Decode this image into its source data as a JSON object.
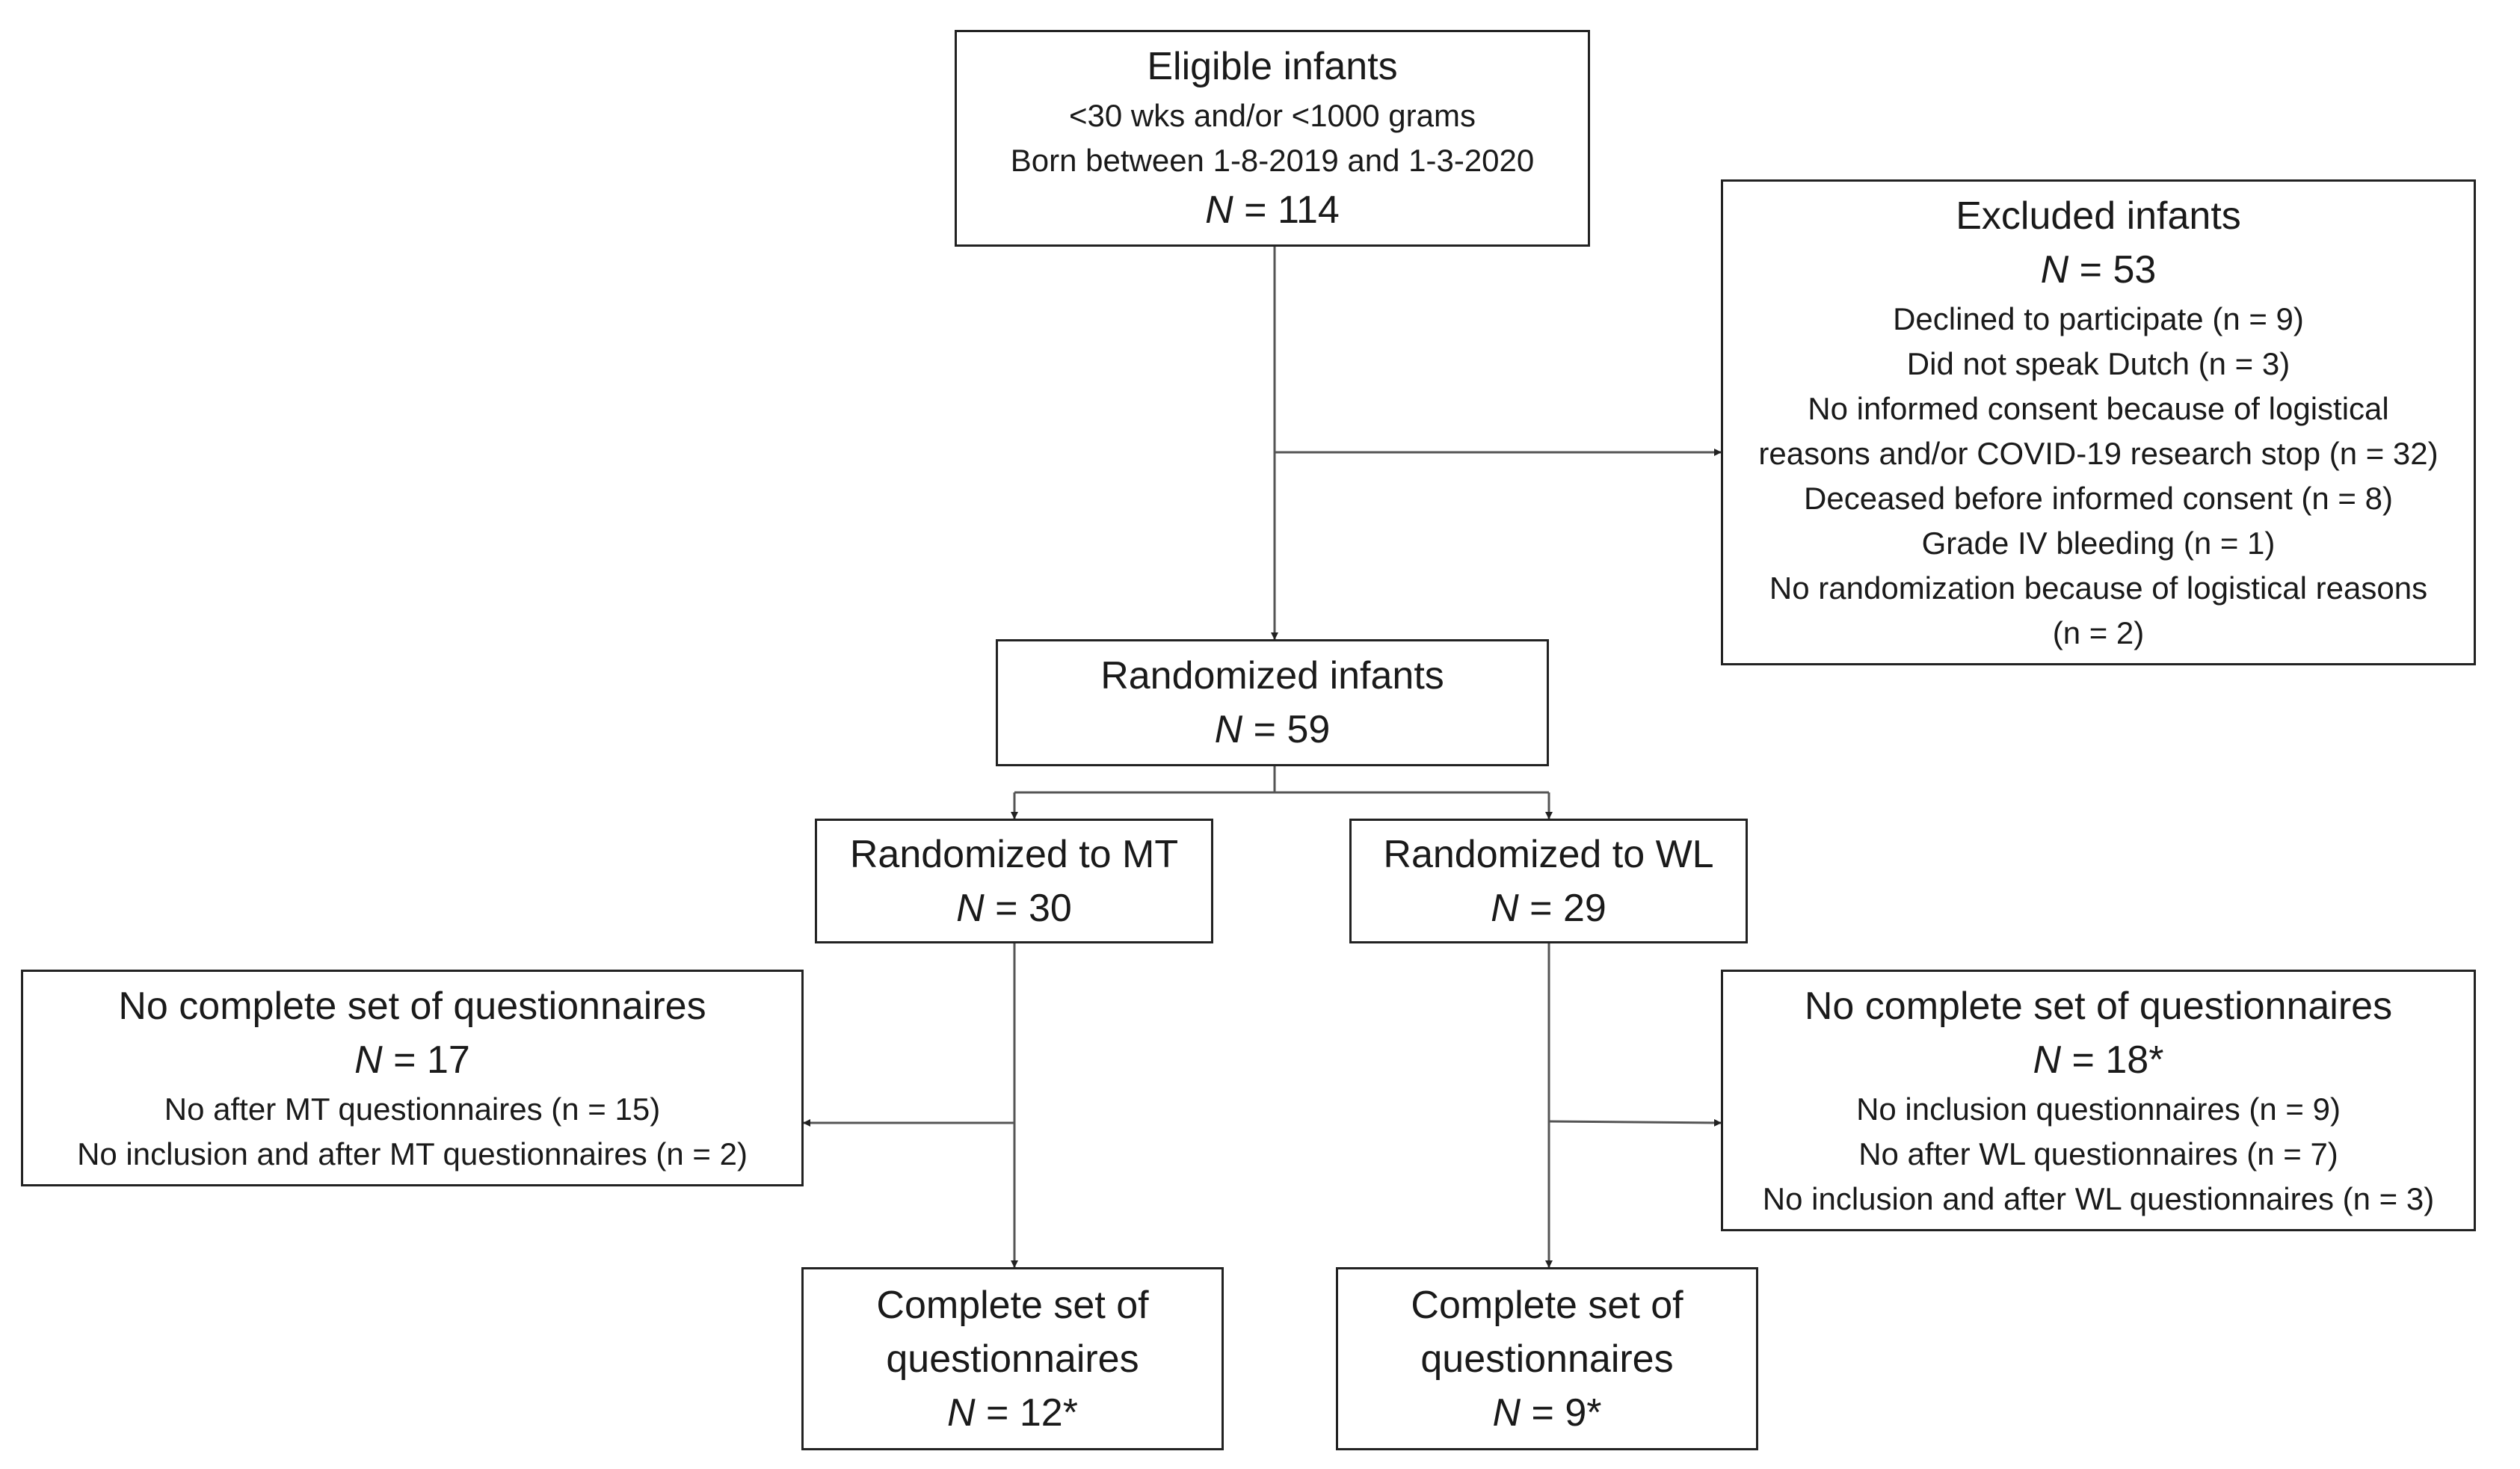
{
  "eligible": {
    "title": "Eligible infants",
    "lines": [
      "<30 wks and/or <1000 grams",
      "Born between 1-8-2019 and 1-3-2020"
    ],
    "n_label": "N",
    "n_value": " = 114"
  },
  "excluded": {
    "title": "Excluded infants",
    "n_label": "N",
    "n_value": " = 53",
    "lines": [
      "Declined to participate (n = 9)",
      "Did not speak Dutch (n = 3)",
      "No informed consent because of logistical",
      "reasons and/or COVID-19 research stop (n = 32)",
      "Deceased before informed consent (n = 8)",
      "Grade IV bleeding (n = 1)",
      "No randomization because of logistical reasons",
      "(n = 2)"
    ]
  },
  "randomized": {
    "title": "Randomized infants",
    "n_label": "N",
    "n_value": " = 59"
  },
  "mt": {
    "title": "Randomized to MT",
    "n_label": "N",
    "n_value": " = 30"
  },
  "wl": {
    "title": "Randomized to WL",
    "n_label": "N",
    "n_value": " = 29"
  },
  "mt_incomplete": {
    "title": "No complete set of questionnaires",
    "n_label": "N",
    "n_value": " = 17",
    "lines": [
      "No after MT questionnaires (n = 15)",
      "No inclusion and after MT questionnaires (n = 2)"
    ]
  },
  "wl_incomplete": {
    "title": "No complete set of questionnaires",
    "n_label": "N",
    "n_value": " = 18*",
    "lines": [
      "No inclusion questionnaires (n = 9)",
      "No after WL questionnaires (n = 7)",
      "No inclusion and after WL questionnaires (n = 3)"
    ]
  },
  "mt_complete": {
    "title_lines": [
      "Complete set of",
      "questionnaires"
    ],
    "n_label": "N",
    "n_value": " = 12*"
  },
  "wl_complete": {
    "title_lines": [
      "Complete set of",
      "questionnaires"
    ],
    "n_label": "N",
    "n_value": " = 9*"
  }
}
